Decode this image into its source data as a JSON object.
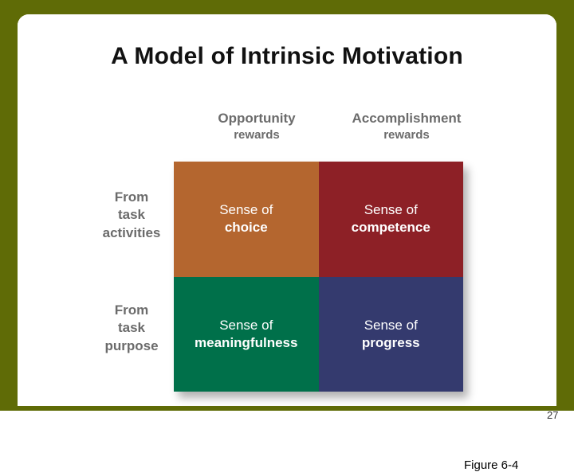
{
  "slide": {
    "title": "A Model of Intrinsic Motivation",
    "figure_caption": "Figure 6-4",
    "slide_number": "27",
    "border_color": "#5f6b06",
    "background_color": "#ffffff"
  },
  "matrix": {
    "column_headers": [
      {
        "line1": "Opportunity",
        "line2": "rewards"
      },
      {
        "line1": "Accomplishment",
        "line2": "rewards"
      }
    ],
    "row_headers": [
      {
        "line1": "From",
        "line2": "task",
        "line3": "activities"
      },
      {
        "line1": "From",
        "line2": "task",
        "line3": "purpose"
      }
    ],
    "cells": [
      {
        "line1": "Sense of",
        "line2": "choice",
        "color": "#b4662f"
      },
      {
        "line1": "Sense of",
        "line2": "competence",
        "color": "#8d2026"
      },
      {
        "line1": "Sense of",
        "line2": "meaningfulness",
        "color": "#00704a"
      },
      {
        "line1": "Sense of",
        "line2": "progress",
        "color": "#343a6e"
      }
    ]
  }
}
